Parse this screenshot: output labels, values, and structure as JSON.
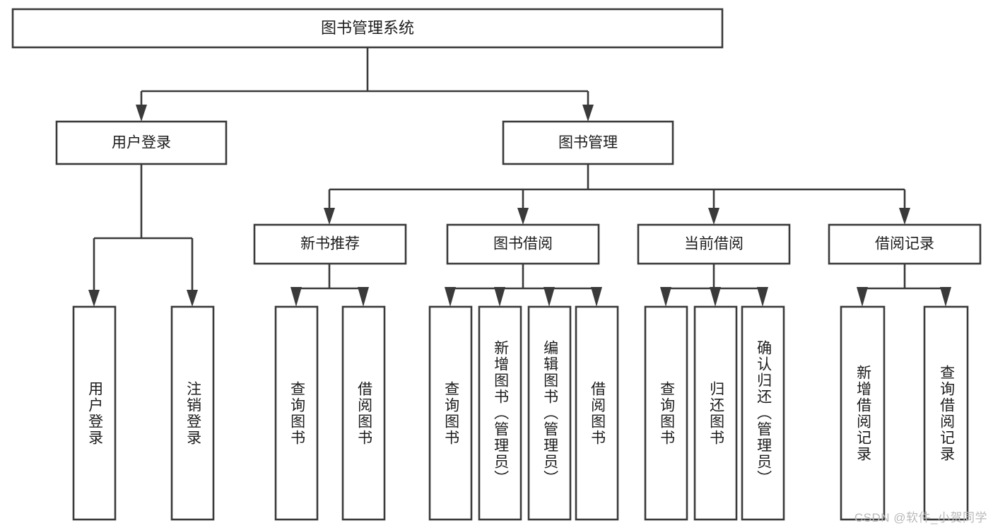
{
  "diagram": {
    "type": "tree-hierarchy-chart",
    "title": "图书管理系统",
    "root": {
      "id": "root",
      "label": "图书管理系统"
    },
    "level2": [
      {
        "id": "user-login",
        "label": "用户登录"
      },
      {
        "id": "book-management",
        "label": "图书管理"
      }
    ],
    "level3": [
      {
        "id": "new-book-recommend",
        "label": "新书推荐",
        "parent": "book-management"
      },
      {
        "id": "book-borrow",
        "label": "图书借阅",
        "parent": "book-management"
      },
      {
        "id": "current-borrow",
        "label": "当前借阅",
        "parent": "book-management"
      },
      {
        "id": "borrow-record",
        "label": "借阅记录",
        "parent": "book-management"
      }
    ],
    "leaves": [
      {
        "id": "leaf-user-login",
        "label": "用户登录",
        "parent": "user-login"
      },
      {
        "id": "leaf-logout",
        "label": "注销登录",
        "parent": "user-login"
      },
      {
        "id": "leaf-query-book-1",
        "label": "查询图书",
        "parent": "new-book-recommend"
      },
      {
        "id": "leaf-borrow-book-1",
        "label": "借阅图书",
        "parent": "new-book-recommend"
      },
      {
        "id": "leaf-query-book-2",
        "label": "查询图书",
        "parent": "book-borrow"
      },
      {
        "id": "leaf-add-book",
        "label": "新增图书（管理员）",
        "parent": "book-borrow"
      },
      {
        "id": "leaf-edit-book",
        "label": "编辑图书（管理员）",
        "parent": "book-borrow"
      },
      {
        "id": "leaf-borrow-book-2",
        "label": "借阅图书",
        "parent": "book-borrow"
      },
      {
        "id": "leaf-query-book-3",
        "label": "查询图书",
        "parent": "current-borrow"
      },
      {
        "id": "leaf-return-book",
        "label": "归还图书",
        "parent": "current-borrow"
      },
      {
        "id": "leaf-confirm-return",
        "label": "确认归还（管理员）",
        "parent": "current-borrow"
      },
      {
        "id": "leaf-add-record",
        "label": "新增借阅记录",
        "parent": "borrow-record"
      },
      {
        "id": "leaf-query-record",
        "label": "查询借阅记录",
        "parent": "borrow-record"
      }
    ],
    "colors": {
      "background": "#ffffff",
      "box_fill": "#ffffff",
      "box_stroke": "#3a3a3a",
      "text": "#1c1c1c",
      "watermark": "#b9b9b9"
    }
  },
  "watermark": {
    "text": "CSDN @软件_小贺同学"
  }
}
